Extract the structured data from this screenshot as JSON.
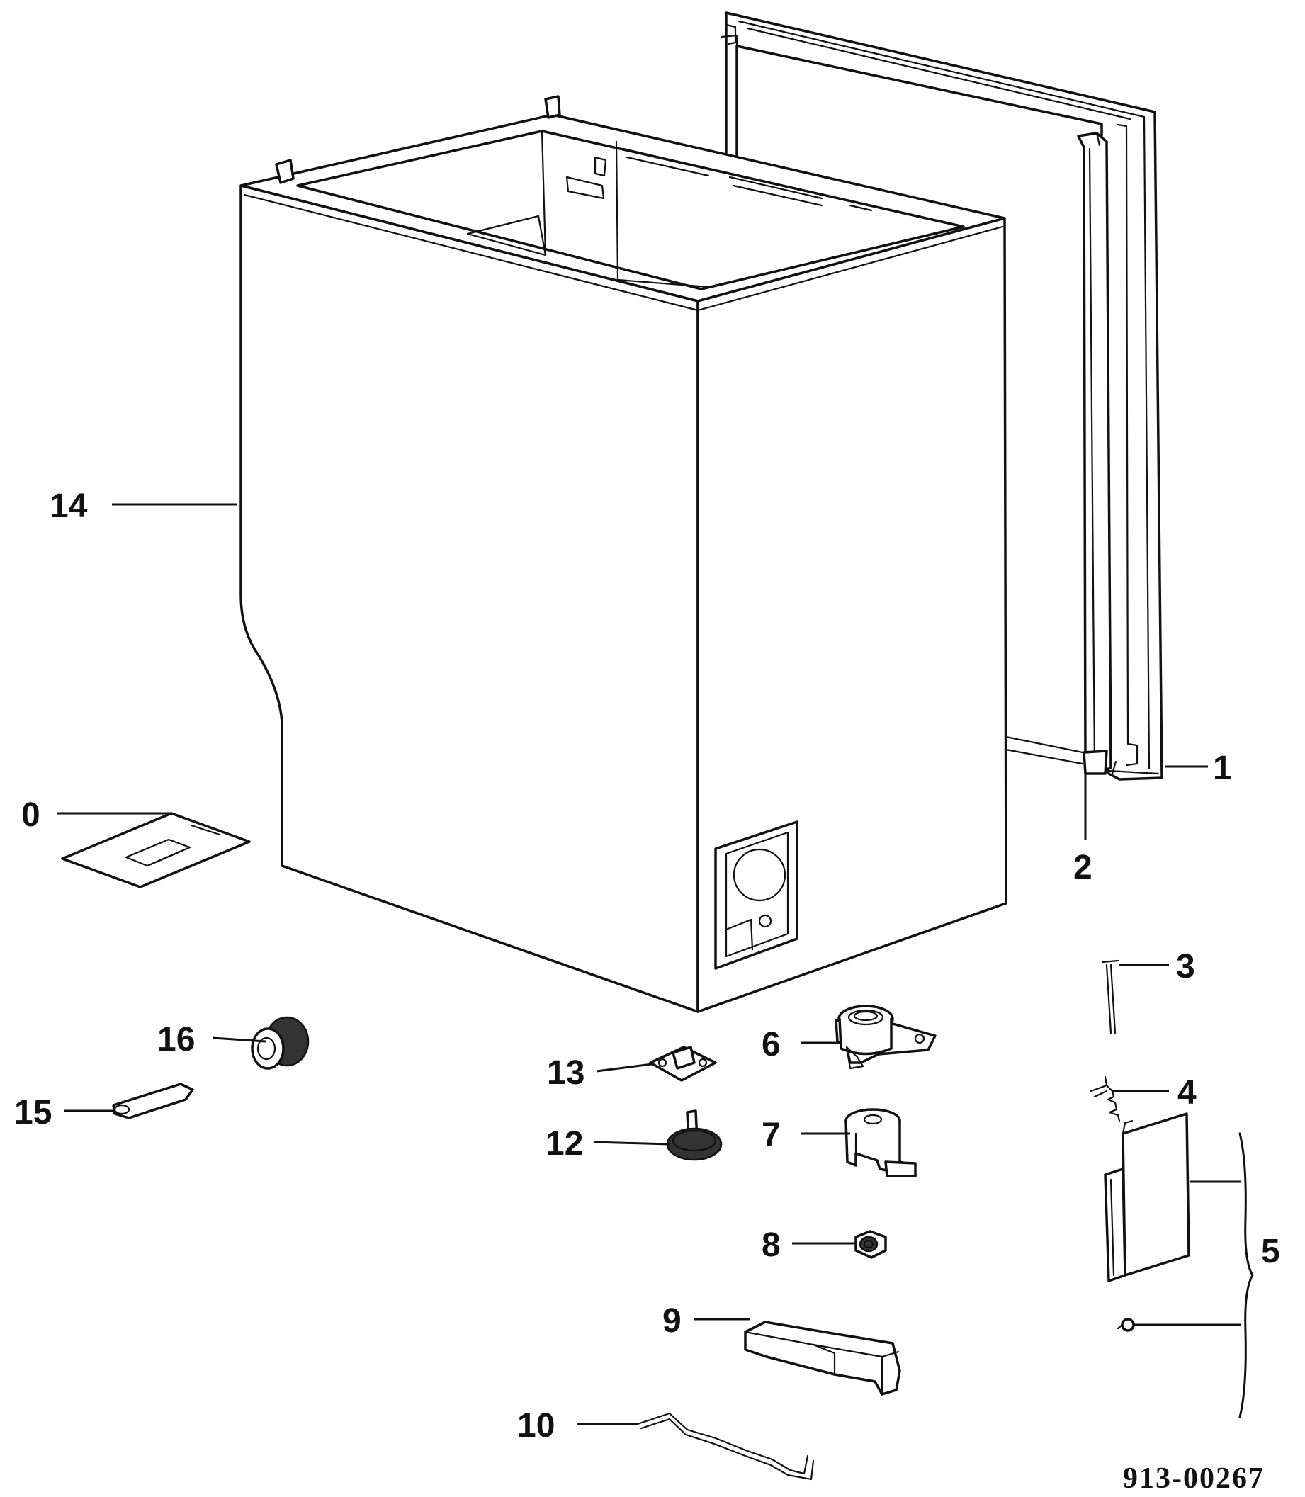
{
  "labels": {
    "l0": "0",
    "l1": "1",
    "l2": "2",
    "l3": "3",
    "l4": "4",
    "l5": "5",
    "l6": "6",
    "l7": "7",
    "l8": "8",
    "l9": "9",
    "l10": "10",
    "l12": "12",
    "l13": "13",
    "l14": "14",
    "l15": "15",
    "l16": "16"
  },
  "document_number": "913-00267"
}
